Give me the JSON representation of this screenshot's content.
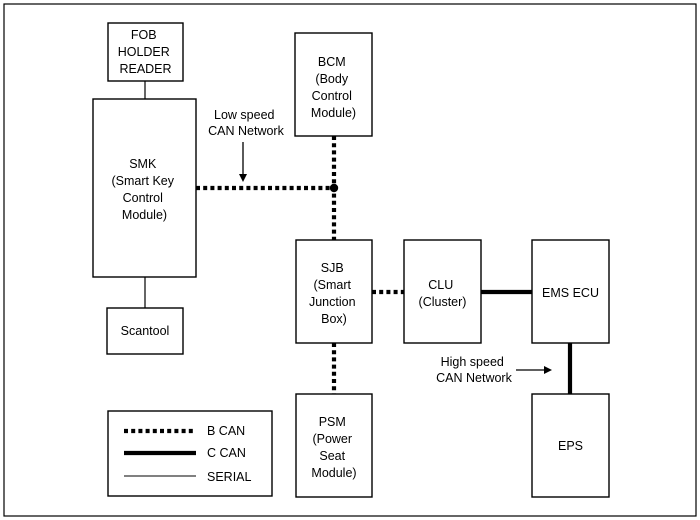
{
  "nodes": {
    "fob": [
      "FOB",
      "HOLDER",
      "READER"
    ],
    "smk": [
      "SMK",
      "(Smart Key",
      "Control",
      "Module)"
    ],
    "scantool": [
      "Scantool"
    ],
    "bcm": [
      "BCM",
      "(Body",
      "Control",
      "Module)"
    ],
    "sjb": [
      "SJB",
      "(Smart",
      "Junction",
      "Box)"
    ],
    "clu": [
      "CLU",
      "(Cluster)"
    ],
    "ems": [
      "EMS ECU"
    ],
    "psm": [
      "PSM",
      "(Power",
      "Seat",
      "Module)"
    ],
    "eps": [
      "EPS"
    ]
  },
  "annotations": {
    "low_speed": [
      "Low speed",
      "CAN Network"
    ],
    "high_speed": [
      "High speed",
      "CAN Network"
    ]
  },
  "legend": {
    "b_can": "B CAN",
    "c_can": "C CAN",
    "serial": "SERIAL"
  }
}
